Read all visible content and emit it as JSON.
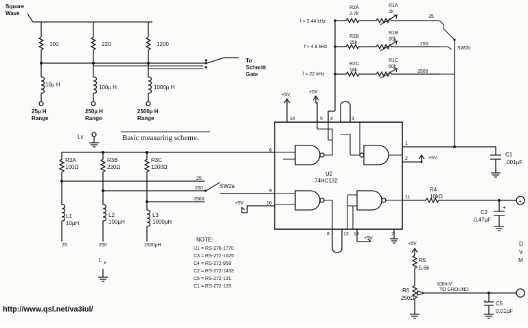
{
  "url": "http://www.qsl.net/va3iul/",
  "caption": "Basic measuring scheme.",
  "scheme": {
    "input": [
      "Square",
      "Wave"
    ],
    "resistors": [
      "100",
      "220",
      "1200"
    ],
    "inductors": [
      "10µ H",
      "100µ H",
      "1000µ H"
    ],
    "ranges": [
      [
        "25µ H",
        "Range"
      ],
      [
        "250µ H",
        "Range"
      ],
      [
        "2500µ H",
        "Range"
      ]
    ],
    "to": [
      "To",
      "Schmitt",
      "Gate"
    ],
    "lx": "Lx"
  },
  "osc": {
    "freqs": [
      "f ≈ 2.44 kHz",
      "f ≈ 4.9 kHz",
      "f ≈ 22 kHz"
    ],
    "r2": [
      [
        "R2A",
        "2.7k"
      ],
      [
        "R2B",
        "15k"
      ],
      [
        "R2C",
        "18k"
      ]
    ],
    "r1": [
      [
        "R1A",
        "1k"
      ],
      [
        "R1B",
        "20k"
      ],
      [
        "R1C",
        "50k"
      ]
    ],
    "taps": [
      "25",
      "250",
      "2500"
    ],
    "sw2b": "SW2b",
    "c1": [
      "C1",
      ".001µF"
    ],
    "ic": [
      "U2",
      "74HC132"
    ],
    "pins": [
      "14",
      "5",
      "4",
      "3",
      "6",
      "1",
      "2",
      "9",
      "10",
      "11",
      "8",
      "12",
      "13",
      "7"
    ],
    "vcc": "+5V",
    "r4": [
      "R4",
      "10kΩ"
    ],
    "c2": [
      "C2",
      "0.47µF"
    ],
    "plus": "+",
    "minus": "−",
    "dvm": [
      "D",
      "V",
      "M"
    ],
    "r5": [
      "R5",
      "5.6k"
    ],
    "r6": [
      "R6",
      "250Ω"
    ],
    "gnd": [
      "100mV",
      "TO GROUND"
    ],
    "c5": [
      "C5",
      "0.01µF"
    ]
  },
  "lower": {
    "r3": [
      [
        "R3A",
        "100Ω"
      ],
      [
        "R3B",
        "220Ω"
      ],
      [
        "R3C",
        "1200Ω"
      ]
    ],
    "taps": [
      "25",
      "250",
      "2500"
    ],
    "sw2a": "SW2a",
    "l": [
      [
        "L1",
        "10µH"
      ],
      [
        "L2",
        "100µH"
      ],
      [
        "L3",
        "1000µH"
      ]
    ],
    "bottom": [
      "25",
      "250",
      "2500µH"
    ],
    "lx": "L",
    "lxsub": "x"
  },
  "notes": {
    "title": "NOTE:",
    "items": [
      "U1 = RS-276-1770",
      "C3 = RS-272-1025",
      "C4 = RS-272-958",
      "C2 = RS-272-1433",
      "C5 = RS-272-131",
      "C1 = RS-272-126"
    ]
  }
}
